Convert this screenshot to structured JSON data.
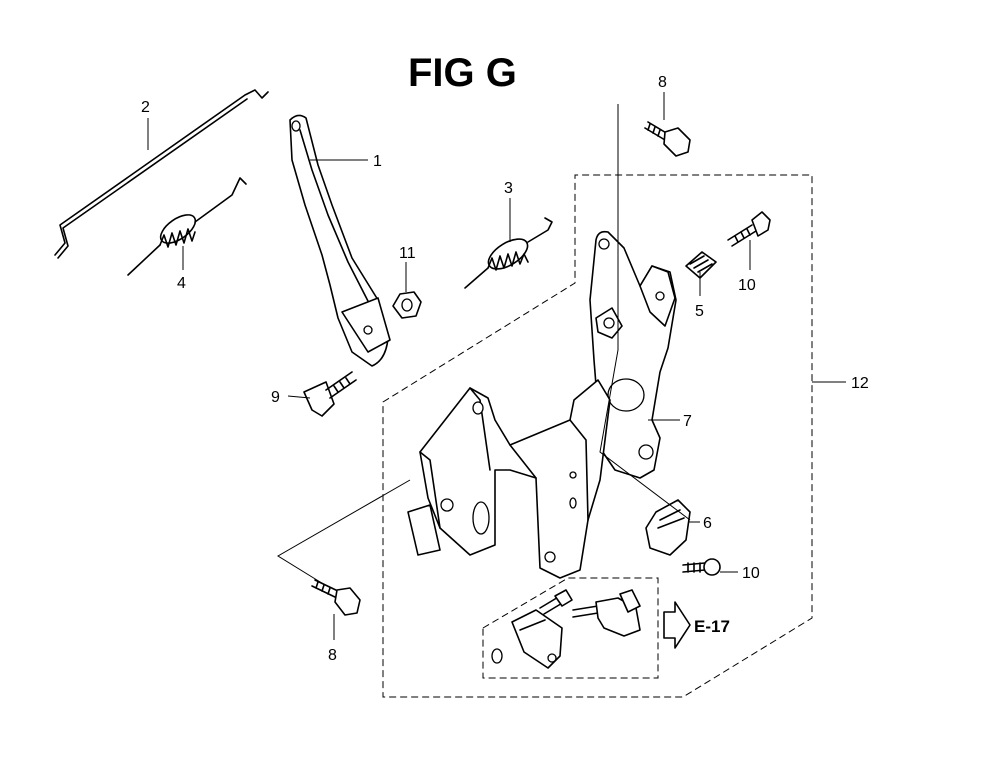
{
  "figure": {
    "title": "FIG G",
    "ref_label": "E-17"
  },
  "callouts": [
    {
      "id": "c1",
      "label": "1"
    },
    {
      "id": "c2",
      "label": "2"
    },
    {
      "id": "c3",
      "label": "3"
    },
    {
      "id": "c4",
      "label": "4"
    },
    {
      "id": "c5",
      "label": "5"
    },
    {
      "id": "c6",
      "label": "6"
    },
    {
      "id": "c7",
      "label": "7"
    },
    {
      "id": "c8a",
      "label": "8"
    },
    {
      "id": "c8b",
      "label": "8"
    },
    {
      "id": "c9",
      "label": "9"
    },
    {
      "id": "c10a",
      "label": "10"
    },
    {
      "id": "c10b",
      "label": "10"
    },
    {
      "id": "c11",
      "label": "11"
    },
    {
      "id": "c12",
      "label": "12"
    }
  ]
}
